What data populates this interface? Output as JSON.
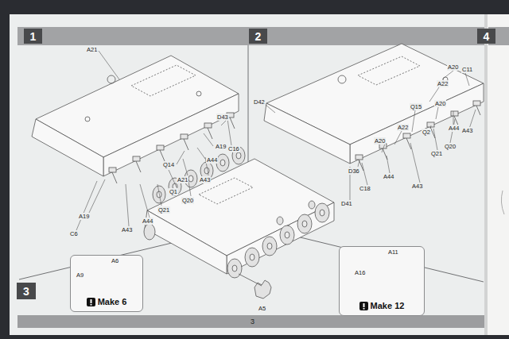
{
  "diagram": {
    "nodes": [
      {
        "text": [
          "1"
        ]
      },
      {
        "text": [
          "2"
        ]
      },
      {
        "text": [
          "4"
        ]
      },
      {
        "text": [
          "3"
        ]
      },
      {
        "text": [
          "A6",
          "A9",
          "Make 6"
        ]
      },
      {
        "text": [
          "A11",
          "A16",
          "Make 12"
        ]
      }
    ],
    "labels": [
      "A21",
      "D43",
      "A19",
      "C16",
      "Q14",
      "A44",
      "A21",
      "A43",
      "Q1",
      "Q20",
      "Q21",
      "A44",
      "A19",
      "A43",
      "C6",
      "A20",
      "C11",
      "A22",
      "A20",
      "Q15",
      "A22",
      "A44",
      "A43",
      "Q2",
      "Q20",
      "Q21",
      "A20",
      "D42",
      "D36",
      "A44",
      "A43",
      "C18",
      "D41",
      "A5",
      "3"
    ]
  }
}
